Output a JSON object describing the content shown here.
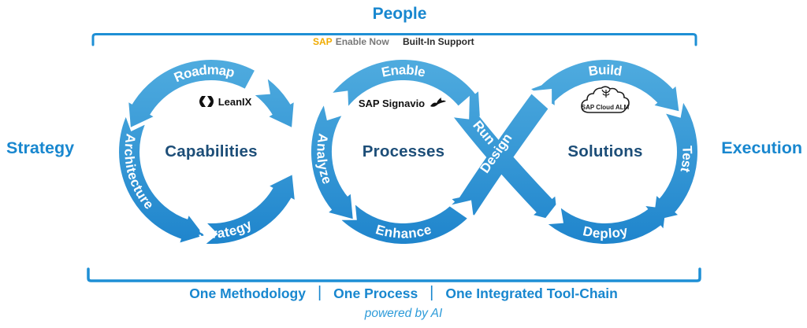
{
  "header": {
    "title": "People"
  },
  "partners": {
    "enable_now_prefix": "SAP",
    "enable_now_label": "Enable Now",
    "built_in_label": "Built-In Support"
  },
  "sides": {
    "left": "Strategy",
    "right": "Execution"
  },
  "loops": [
    {
      "name": "Capabilities",
      "logo": "LeanIX",
      "segments": [
        "Roadmap",
        "Architecture",
        "Strategy"
      ]
    },
    {
      "name": "Processes",
      "logo": "SAP Signavio",
      "segments": [
        "Enable",
        "Analyze",
        "Enhance"
      ]
    },
    {
      "name": "Solutions",
      "logo": "SAP Cloud ALM",
      "segments": [
        "Build",
        "Test",
        "Deploy"
      ]
    }
  ],
  "crossing": {
    "run": "Run",
    "design": "Design"
  },
  "footer": {
    "items": [
      "One Methodology",
      "One Process",
      "One Integrated Tool-Chain"
    ],
    "separator": "|",
    "tagline": "powered by AI"
  },
  "colors": {
    "accent_blue": "#1887cf",
    "bracket_blue": "#1e8fd5",
    "band_light": "#50acdf",
    "band_dark": "#1e84cc",
    "center_navy": "#1d4e78",
    "sap_gold": "#f0ab00",
    "partner_gray": "#787878",
    "dark_text": "#2b2b2b"
  }
}
